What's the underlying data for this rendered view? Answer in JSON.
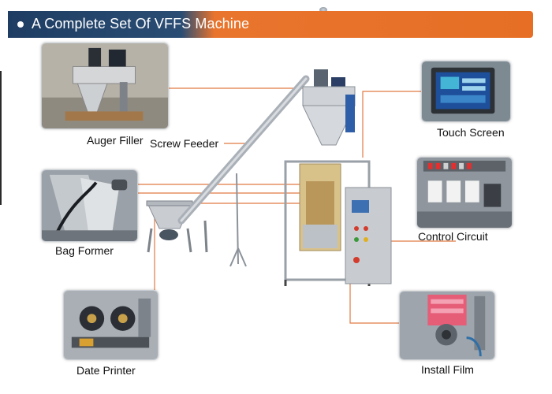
{
  "banner": {
    "title": "A Complete Set Of VFFS Machine"
  },
  "components": {
    "auger_filler": "Auger Filler",
    "screw_feeder": "Screw Feeder",
    "touch_screen": "Touch Screen",
    "bag_former": "Bag Former",
    "control_circuit": "Control Circuit",
    "date_printer": "Date Printer",
    "install_film": "Install Film"
  },
  "colors": {
    "banner_blue": "#1f3d63",
    "banner_orange": "#e66f25",
    "leader_line": "#e07b45"
  }
}
